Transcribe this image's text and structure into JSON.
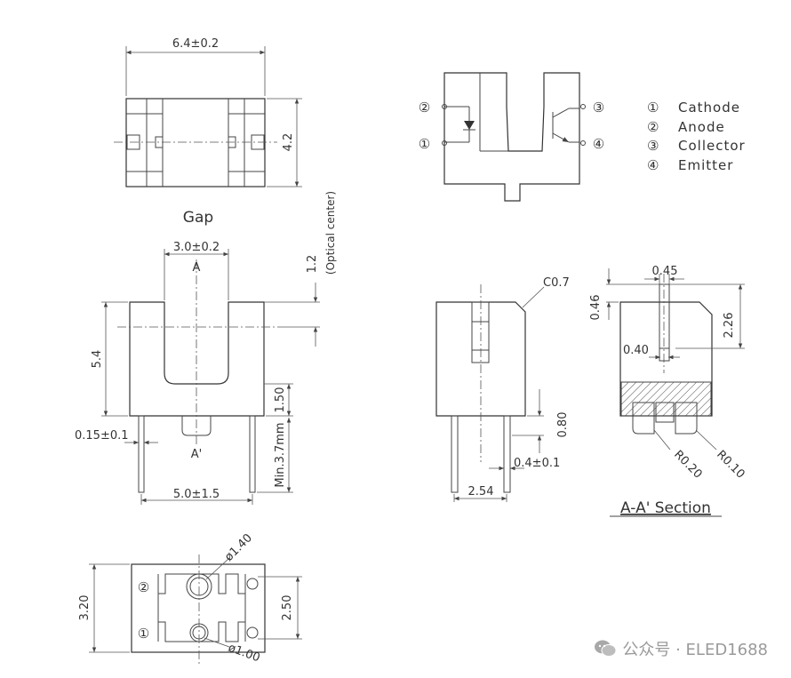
{
  "dimensions": {
    "top_width": "6.4±0.2",
    "top_height": "4.2",
    "gap_width": "3.0±0.2",
    "optical_center": "1.2",
    "optical_center_note": "(Optical center)",
    "front_height": "5.4",
    "slot_bottom": "1.50",
    "lead_thickness": "0.15±0.1",
    "lead_length": "Min.3.7mm",
    "lead_spacing_front": "5.0±1.5",
    "chamfer": "C0.7",
    "side_lead_protrusion": "0.80",
    "side_lead_offset": "0.4±0.1",
    "side_lead_pitch": "2.54",
    "section_slot_width": "0.45",
    "section_top_offset": "0.46",
    "section_height": "2.26",
    "section_slot_inner": "0.40",
    "radius_1": "R0.20",
    "radius_2": "R0.10",
    "bottom_height": "3.20",
    "bottom_pitch": "2.50",
    "hole_large": "ø1.40",
    "hole_small": "ø1.00"
  },
  "labels": {
    "gap": "Gap",
    "section_a": "A",
    "section_a_prime": "A'",
    "section_title": "A-A' Section"
  },
  "pins": [
    {
      "symbol": "①",
      "name": "Cathode"
    },
    {
      "symbol": "②",
      "name": "Anode"
    },
    {
      "symbol": "③",
      "name": "Collector"
    },
    {
      "symbol": "④",
      "name": "Emitter"
    }
  ],
  "schematic_pins": {
    "p1": "①",
    "p2": "②",
    "p3": "③",
    "p4": "④"
  },
  "watermark": {
    "text": "公众号 · ELED1688"
  }
}
